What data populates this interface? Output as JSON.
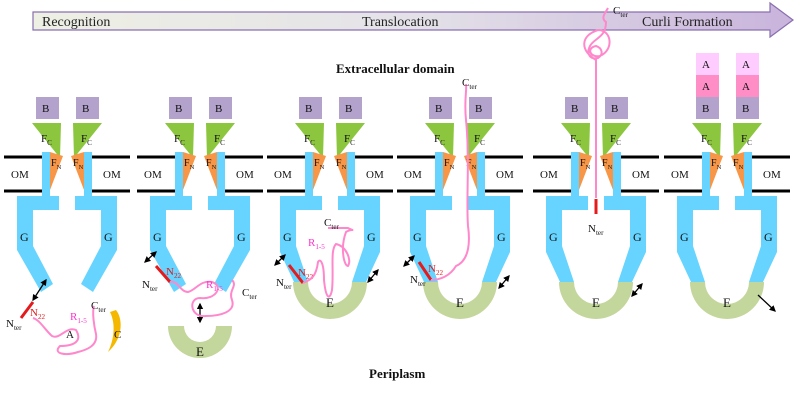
{
  "stages_arrow": {
    "labels": [
      "Recognition",
      "Translocation",
      "Curli Formation"
    ]
  },
  "regions": {
    "top": "Extracellular domain",
    "bottom": "Periplasm"
  },
  "component_labels": {
    "B": "B",
    "Fc_main": "F",
    "Fc_sub": "C",
    "Fn_main": "F",
    "Fn_sub": "N",
    "OM": "OM",
    "G": "G",
    "E": "E",
    "A": "A",
    "C": "C",
    "N22_main": "N",
    "N22_sub": "22",
    "R_main": "R",
    "R_sub": "1-5",
    "Nter_main": "N",
    "Nter_sub": "ter",
    "Cter_main": "C",
    "Cter_sub": "ter"
  },
  "colors": {
    "arrow_fill_start": "#eef0e4",
    "arrow_fill_end": "#c9b4dc",
    "arrow_stroke": "#8a6fb0",
    "B": "#b3a2cc",
    "Fc": "#8cc63f",
    "Fn": "#f79646",
    "G": "#66d4ff",
    "E": "#c3d69b",
    "curli_chain": "#ff88cc",
    "N22": "#e41a1c",
    "R_label": "#ff33cc",
    "C_chaperone": "#f5b800",
    "A_light": "#ffccff",
    "A_dark": "#ff8ec6",
    "membrane": "#000000"
  },
  "panels": [
    {
      "name": "panel-1-recognition",
      "has_E_bound": false,
      "unbound_E": false
    },
    {
      "name": "panel-2",
      "has_E_bound": false,
      "unbound_E": true
    },
    {
      "name": "panel-3",
      "has_E_bound": true
    },
    {
      "name": "panel-4",
      "has_E_bound": true
    },
    {
      "name": "panel-5",
      "has_E_bound": true
    },
    {
      "name": "panel-6-curli-formation",
      "has_E_bound": true
    }
  ]
}
